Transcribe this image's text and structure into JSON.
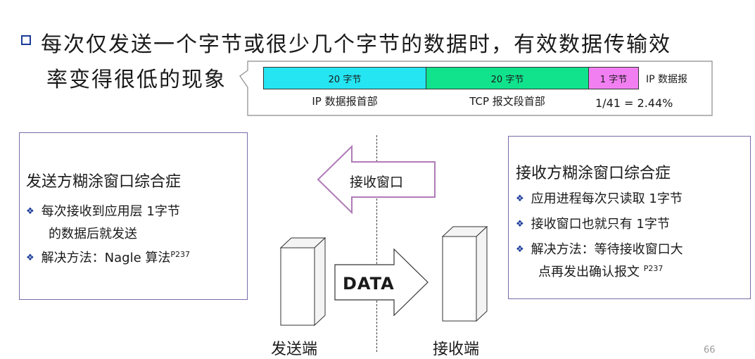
{
  "title": {
    "line1": "每次仅发送一个字节或很少几个字节的数据时，有效数据传输效",
    "line2": "率变得很低的现象"
  },
  "datagram": {
    "segments": [
      "20 字节",
      "20 字节",
      "1 字节"
    ],
    "ip_datagram_label": "IP 数据报",
    "ip_header_label": "IP 数据报首部",
    "tcp_header_label": "TCP 报文段首部",
    "ratio": "1/41 = 2.44%",
    "colors": {
      "ip": "#25e5f2",
      "tcp": "#11e38d",
      "data": "#f27ff2"
    }
  },
  "sender_box": {
    "title": "发送方糊涂窗口综合症",
    "bullet1_line1": "每次接收到应用层 1字节",
    "bullet1_line2": "的数据后就发送",
    "bullet2_text": "解决方法：Nagle 算法",
    "bullet2_ref": "P237"
  },
  "receiver_box": {
    "title": "接收方糊涂窗口综合症",
    "bullet1": "应用进程每次只读取 1字节",
    "bullet2": "接收窗口也就只有 1字节",
    "bullet3_line1": "解决方法：等待接收窗口大",
    "bullet3_line2": "点再发出确认报文 ",
    "bullet3_ref": "P237"
  },
  "diagram": {
    "receive_window_label": "接收窗口",
    "data_label": "DATA",
    "sender_label": "发送端",
    "receiver_label": "接收端"
  },
  "page_number": "66"
}
